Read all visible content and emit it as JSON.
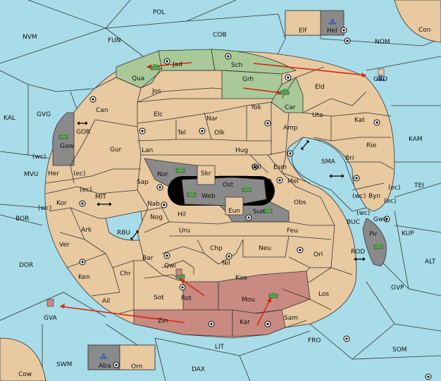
{
  "seas": [
    {
      "id": "POL",
      "label": "POL"
    },
    {
      "id": "NVM",
      "label": "NVM"
    },
    {
      "id": "FUN",
      "label": "FUN"
    },
    {
      "id": "COB",
      "label": "COB"
    },
    {
      "id": "NOM",
      "label": "NOM"
    },
    {
      "id": "Con",
      "label": "Con"
    },
    {
      "id": "OVD",
      "label": "OVD"
    },
    {
      "id": "KAL",
      "label": "KAL"
    },
    {
      "id": "GVG",
      "label": "GVG"
    },
    {
      "id": "GOR",
      "label": "GOR"
    },
    {
      "id": "KAM",
      "label": "KAM"
    },
    {
      "id": "SMA",
      "label": "SMA"
    },
    {
      "id": "MVU",
      "label": "MVU"
    },
    {
      "id": "TEI",
      "label": "TEI"
    },
    {
      "id": "MIT",
      "label": "MIT"
    },
    {
      "id": "BOR",
      "label": "BOR"
    },
    {
      "id": "RBU",
      "label": "RBU"
    },
    {
      "id": "BUC",
      "label": "BUC"
    },
    {
      "id": "KUP",
      "label": "KUP"
    },
    {
      "id": "ROD",
      "label": "ROD"
    },
    {
      "id": "ALT",
      "label": "ALT"
    },
    {
      "id": "DOR",
      "label": "DOR"
    },
    {
      "id": "GVP",
      "label": "GVP"
    },
    {
      "id": "GVA",
      "label": "GVA"
    },
    {
      "id": "FRO",
      "label": "FRO"
    },
    {
      "id": "SOM",
      "label": "SOM"
    },
    {
      "id": "LIT",
      "label": "LIT"
    },
    {
      "id": "SWM",
      "label": "SWM"
    },
    {
      "id": "DAX",
      "label": "DAX"
    },
    {
      "id": "Cow",
      "label": "Cow"
    }
  ],
  "provinces": [
    {
      "id": "Jad",
      "label": "Jad"
    },
    {
      "id": "Sch",
      "label": "Sch"
    },
    {
      "id": "Qua",
      "label": "Qua"
    },
    {
      "id": "Jos",
      "label": "Jos"
    },
    {
      "id": "Grh",
      "label": "Grh"
    },
    {
      "id": "Eld",
      "label": "Eld"
    },
    {
      "id": "Can",
      "label": "Can"
    },
    {
      "id": "Elc",
      "label": "Elc"
    },
    {
      "id": "Nar",
      "label": "Nar"
    },
    {
      "id": "Yok",
      "label": "Yok"
    },
    {
      "id": "Car",
      "label": "Car"
    },
    {
      "id": "Uta",
      "label": "Uta"
    },
    {
      "id": "Tel",
      "label": "Tel"
    },
    {
      "id": "Olk",
      "label": "Olk"
    },
    {
      "id": "Amp",
      "label": "Amp"
    },
    {
      "id": "Kat",
      "label": "Kat"
    },
    {
      "id": "Gaw",
      "label": "Gaw"
    },
    {
      "id": "Gur",
      "label": "Gur"
    },
    {
      "id": "Lan",
      "label": "Lan"
    },
    {
      "id": "Hug",
      "label": "Hug"
    },
    {
      "id": "Rie",
      "label": "Rie"
    },
    {
      "id": "Bri",
      "label": "Bri"
    },
    {
      "id": "Wil",
      "label": "Wil"
    },
    {
      "id": "Esm",
      "label": "Esm"
    },
    {
      "id": "Her",
      "label": "Her"
    },
    {
      "id": "Nor",
      "label": "Nor"
    },
    {
      "id": "Skr",
      "label": "Skr"
    },
    {
      "id": "Ost",
      "label": "Ost"
    },
    {
      "id": "Mel",
      "label": "Mel"
    },
    {
      "id": "Sap",
      "label": "Sap"
    },
    {
      "id": "Web",
      "label": "Web"
    },
    {
      "id": "Byn",
      "label": "Byn"
    },
    {
      "id": "Kor",
      "label": "Kor"
    },
    {
      "id": "Nab",
      "label": "Nab"
    },
    {
      "id": "Eun",
      "label": "Eun"
    },
    {
      "id": "Sun",
      "label": "Sun"
    },
    {
      "id": "Obs",
      "label": "Obs"
    },
    {
      "id": "Gwa",
      "label": "Gwa"
    },
    {
      "id": "Hil",
      "label": "Hil"
    },
    {
      "id": "Ark",
      "label": "Ark"
    },
    {
      "id": "Nog",
      "label": "Nog"
    },
    {
      "id": "Uru",
      "label": "Uru"
    },
    {
      "id": "Feu",
      "label": "Feu"
    },
    {
      "id": "Pir",
      "label": "Pir"
    },
    {
      "id": "Ver",
      "label": "Ver"
    },
    {
      "id": "Chp",
      "label": "Chp"
    },
    {
      "id": "Neu",
      "label": "Neu"
    },
    {
      "id": "Bar",
      "label": "Bar"
    },
    {
      "id": "Qwi",
      "label": "Qwi"
    },
    {
      "id": "Nil",
      "label": "Nil"
    },
    {
      "id": "Orl",
      "label": "Orl"
    },
    {
      "id": "Ken",
      "label": "Ken"
    },
    {
      "id": "Chr",
      "label": "Chr"
    },
    {
      "id": "Kaa",
      "label": "Kaa"
    },
    {
      "id": "Los",
      "label": "Los"
    },
    {
      "id": "Ail",
      "label": "Ail"
    },
    {
      "id": "Sot",
      "label": "Sot"
    },
    {
      "id": "Rot",
      "label": "Rot"
    },
    {
      "id": "Mou",
      "label": "Mou"
    },
    {
      "id": "Zin",
      "label": "Zin"
    },
    {
      "id": "Kar",
      "label": "Kar"
    },
    {
      "id": "Sam",
      "label": "Sam"
    },
    {
      "id": "Elf",
      "label": "Elf"
    },
    {
      "id": "Hel",
      "label": "Hel"
    },
    {
      "id": "Aba",
      "label": "Aba"
    },
    {
      "id": "Orn",
      "label": "Orn"
    }
  ],
  "coast_labels": [
    "(wc)",
    "(ec)",
    "(ec)",
    "(wc)",
    "(wc)",
    "(ec)",
    "(wc)",
    "(ec)"
  ],
  "colors": {
    "sea": "#a8dce8",
    "land": "#e8c9a0",
    "green": "#a9c998",
    "gray": "#8a8a8a",
    "red": "#c98a82",
    "order": "#d42a10"
  }
}
